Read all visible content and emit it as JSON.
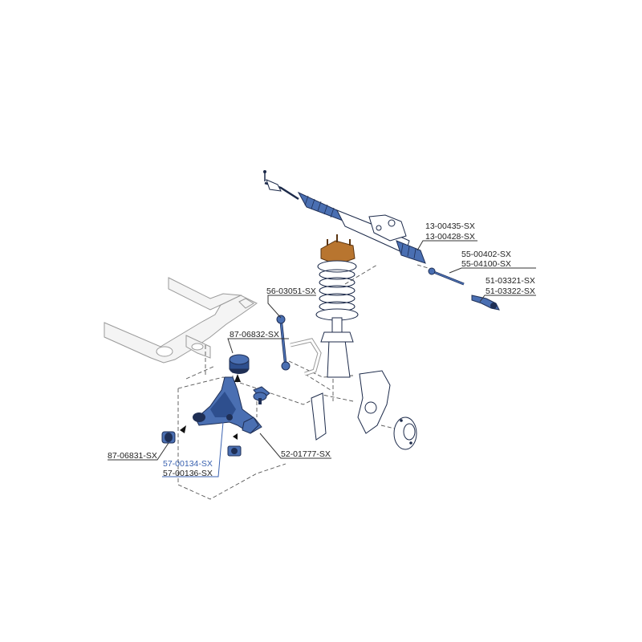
{
  "colors": {
    "part_blue": "#4a6fb2",
    "part_dark": "#1f2f55",
    "part_bronze": "#b8752f",
    "link_blue": "#3a62b0",
    "text_dark": "#222222",
    "frame_grey": "#9a9a9a"
  },
  "labels": [
    {
      "id": "l1",
      "text": "13-00435-SX"
    },
    {
      "id": "l2",
      "text": "13-00428-SX"
    },
    {
      "id": "l3",
      "text": "55-00402-SX"
    },
    {
      "id": "l4",
      "text": "55-04100-SX"
    },
    {
      "id": "l5",
      "text": "51-03321-SX"
    },
    {
      "id": "l6",
      "text": "51-03322-SX"
    },
    {
      "id": "l7",
      "text": "56-03051-SX"
    },
    {
      "id": "l8",
      "text": "87-06832-SX"
    },
    {
      "id": "l9",
      "text": "87-06831-SX"
    },
    {
      "id": "l10",
      "text": "52-01777-SX"
    },
    {
      "id": "l11",
      "text": "57-00134-SX"
    },
    {
      "id": "l12",
      "text": "57-00136-SX"
    }
  ]
}
